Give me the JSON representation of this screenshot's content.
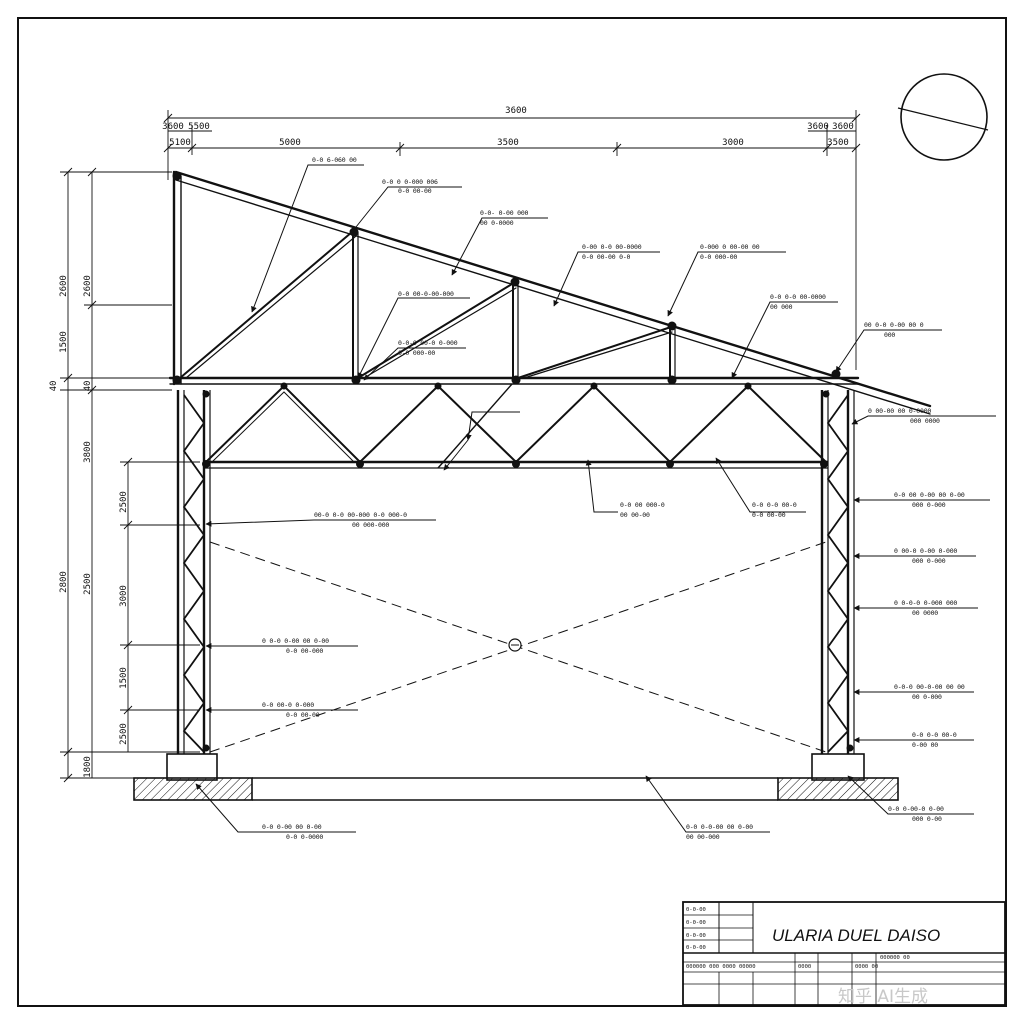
{
  "drawing": {
    "dimensions_top": {
      "overall": "3600",
      "left_edge_a": "3600",
      "left_edge_b": "5500",
      "left_sub": "5100",
      "span_1": "5000",
      "span_2": "3500",
      "span_3": "3000",
      "right_edge_a": "3600",
      "right_edge_b": "3600",
      "right_sub": "3500"
    },
    "dimensions_left": {
      "roof_upper": "2600",
      "roof_lower": "1500",
      "eave_a": "40",
      "eave_b": "40",
      "column_overall": "2800",
      "column_upper": "3800",
      "column_lower": "2500",
      "col_seg_1": "2500",
      "col_seg_2": "3000",
      "col_seg_3": "1500",
      "col_seg_4": "2500",
      "base": "1800"
    },
    "callouts": [
      {
        "line1": "0-0 6-060 00",
        "line2": ""
      },
      {
        "line1": "0-0 0 0-000 006",
        "line2": "0-0 00-00"
      },
      {
        "line1": "0-0- 0-00 000",
        "line2": "00 0-0000"
      },
      {
        "line1": "0-00 0-0 00-0000",
        "line2": "0-0 00-00 0-0"
      },
      {
        "line1": "0-000 0 00-00 00",
        "line2": "0-0 000-00"
      },
      {
        "line1": "0-0 0-0 00-0000",
        "line2": "00 000"
      },
      {
        "line1": "00 0-0 0-00 00 0",
        "line2": "000"
      },
      {
        "line1": "0-0 00-0-00-000",
        "line2": ""
      },
      {
        "line1": "0-0-0 00-0 0-000",
        "line2": "0-0 000-00"
      },
      {
        "line1": "00-0 0-0 00-000 0-0 000-0",
        "line2": "00 000-000"
      },
      {
        "line1": "0-0 00 000-0",
        "line2": "00 00-00"
      },
      {
        "line1": "0-0 0-0 00-0",
        "line2": "0-0 00-00"
      },
      {
        "line1": "0 00-00 00 0-0000",
        "line2": "000 0000"
      },
      {
        "line1": "0-0 00 0-00 00 0-00",
        "line2": "000 0-000"
      },
      {
        "line1": "0 00-0 0-00 0-000",
        "line2": "000 0-000"
      },
      {
        "line1": "0 0-0-0 0-000 000",
        "line2": "00 0000"
      },
      {
        "line1": "0-0-0 00-0-00 00 00",
        "line2": "00 0-000"
      },
      {
        "line1": "0 0-0 0-00 00 0-00",
        "line2": "0-0 00-000"
      },
      {
        "line1": "0-0 00-0 0-000",
        "line2": "0-0 00-00"
      },
      {
        "line1": "0-0 0-00 00 0-00",
        "line2": "0-0 0-0000"
      },
      {
        "line1": "0-0 0-0-00 00 0-00",
        "line2": "00 00-000"
      },
      {
        "line1": "0-0 0-00-0 0-00",
        "line2": "000 0-00"
      },
      {
        "line1": "0-0 0-0 00-0",
        "line2": "0-00 00"
      }
    ],
    "title_block": {
      "title": "ULARIA DUEL DAISO",
      "cells_left": [
        "0-0-00",
        "0-0-00",
        "0-0-00",
        "0-0-00"
      ],
      "cells_bottom": [
        "000000 000 0000 00000",
        "0000",
        "0000 00",
        "000000 00"
      ]
    },
    "watermark": "知乎 AI生成",
    "colors": {
      "ink": "#111111",
      "paper": "#ffffff",
      "hatch": "#111111",
      "watermark": "#c8c8c8"
    }
  }
}
